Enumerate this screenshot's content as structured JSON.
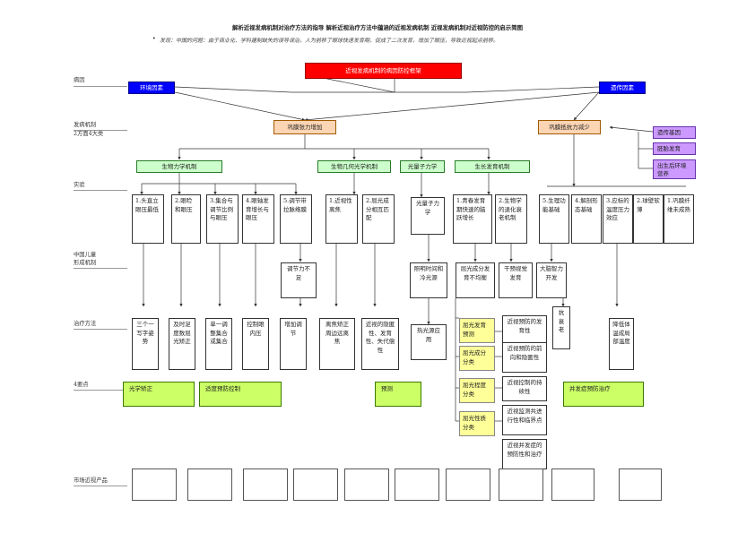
{
  "title": "解析近视发病机制对治疗方法的指导 解析近视治疗方法中蕴涵的近视发病机制 近视发病机制对近视防控的启示简图",
  "subtitle": "发现：中国的问题：由于商业化、学科建制缺失的误导误治，人为前移了眼球快速发育期，促成了二次发育，增加了眼压，导致近视起点前移。",
  "row_labels": [
    "病因",
    "发病机制",
    "2方面4大类",
    "实验",
    "中国儿童",
    "形成机制",
    "治疗方法",
    "4要点",
    "市场近视产品"
  ],
  "top": "近视发病机制的病因防控框架",
  "causes": [
    "环境因素",
    "遗传因素"
  ],
  "mechanism": [
    "巩膜张力增加",
    "巩膜抵抗力减少"
  ],
  "genetic_side": [
    "遗传基因",
    "胚胎发育",
    "出生后环境营养"
  ],
  "subtypes": [
    "生物力学机制",
    "生物几何光学机制",
    "光量子力学",
    "生长发育机制"
  ],
  "experiments": [
    "1.头直立眼压最低",
    "2.眼睑和眼压",
    "3.集合与调节比例与眼压",
    "4.眼轴发育增长与眼压",
    "5.调节带拉脉络膜",
    "1.近视性离焦",
    "2.屈光成分相互匹配",
    "光量子力学",
    "1.青春发育期快速的脑跃增长",
    "2.生物学的退化衰老机制",
    "5.生理功能基础",
    "4.解剖形态基础",
    "3.应标的温度压力效应",
    "2.球壁软薄",
    "1.巩膜纤维未成熟"
  ],
  "china_mechanism": [
    "调节力不足",
    "照明时间和冷光源",
    "屈光成分发育不均衡",
    "干预视觉发育",
    "大脑智力开发"
  ],
  "treatments_left": [
    "三个一写字姿势",
    "及时足度数屈光矫正",
    "单一调整集合或集合",
    "控制眼内压",
    "增加调节",
    "离焦矫正周边远离焦",
    "近视的隐匿性、发育性、失代偿性",
    "热光源应用"
  ],
  "stage_labels": [
    "屈光发育预测",
    "屈光成分分类",
    "屈光程度分类",
    "屈光性质分类"
  ],
  "stage_desc": [
    "近视预防的发育性",
    "近视预防的前向和隐匿性",
    "近视控制的持续性",
    "近视监测共进行性和临界点",
    "近视并发症的预防性和治疗"
  ],
  "treatments_right": [
    "抗衰老",
    "降低体温成局部温度"
  ],
  "key_points": [
    "光学矫正",
    "适度预防控制",
    "预测",
    "并发症预防治疗"
  ],
  "products_count": 10
}
